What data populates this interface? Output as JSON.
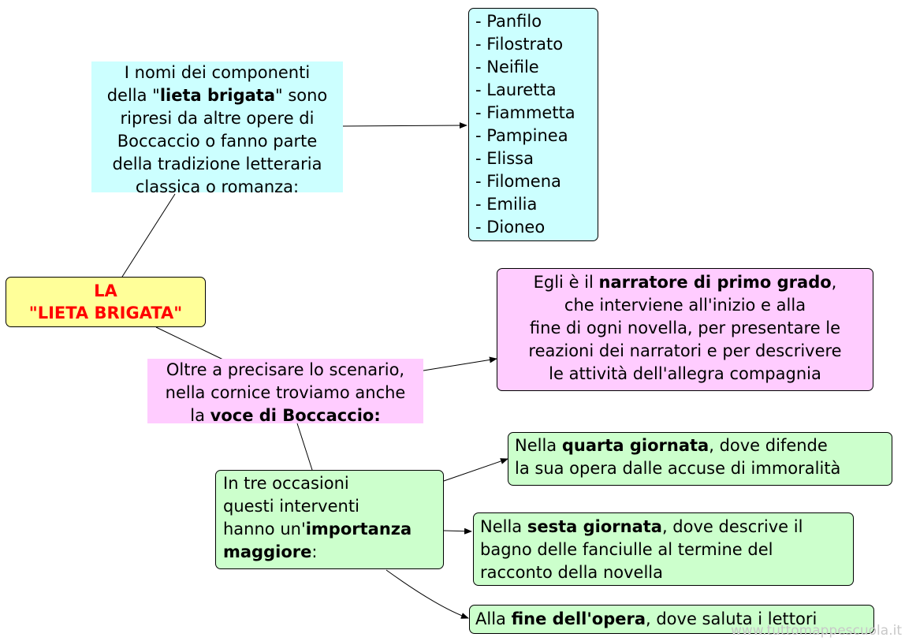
{
  "colors": {
    "cyan": "#ccffff",
    "yellow": "#ffff99",
    "pink": "#ffccff",
    "green": "#ccffcc",
    "central_text": "#ff0000"
  },
  "nodes": {
    "central": {
      "line1": "LA",
      "line2": "\"LIETA BRIGATA\""
    },
    "names_intro": {
      "l1": "I nomi dei componenti",
      "l2_pre": "della \"",
      "l2_bold": "lieta brigata",
      "l2_post": "\" sono",
      "l3": "ripresi da altre opere di",
      "l4": "Boccaccio o fanno parte",
      "l5": "della tradizione letteraria",
      "l6": "classica o romanza:"
    },
    "names_list": [
      "- Panfilo",
      "- Filostrato",
      "- Neifile",
      "- Lauretta",
      "- Fiammetta",
      "- Pampinea",
      "- Elissa",
      "- Filomena",
      "- Emilia",
      "- Dioneo"
    ],
    "cornice": {
      "l1": "Oltre a precisare lo scenario,",
      "l2": "nella cornice troviamo anche",
      "l3_pre": "la ",
      "l3_bold": "voce di Boccaccio:"
    },
    "narratore": {
      "l1_pre": "Egli è il ",
      "l1_bold": "narratore di primo grado",
      "l1_post": ",",
      "l2": "che interviene all'inizio e alla",
      "l3": "fine di ogni novella, per presentare le",
      "l4": "reazioni dei narratori e per descrivere",
      "l5": "le attività dell'allegra compagnia"
    },
    "occasioni": {
      "l1": "In tre occasioni",
      "l2": "questi interventi",
      "l3_pre": "hanno un'",
      "l3_bold": "importanza",
      "l4_bold": "maggiore",
      "l4_post": ":"
    },
    "quarta": {
      "l1_pre": "Nella ",
      "l1_bold": "quarta giornata",
      "l1_post": ", dove difende",
      "l2": "la sua opera dalle accuse di immoralità"
    },
    "sesta": {
      "l1_pre": "Nella ",
      "l1_bold": "sesta giornata",
      "l1_post": ", dove descrive il",
      "l2": "bagno delle fanciulle al termine del",
      "l3": "racconto della novella"
    },
    "fine": {
      "l1_pre": "Alla ",
      "l1_bold": "fine dell'opera",
      "l1_post": ", dove saluta i lettori"
    }
  },
  "watermark": "www.tuttomappescuola.it"
}
